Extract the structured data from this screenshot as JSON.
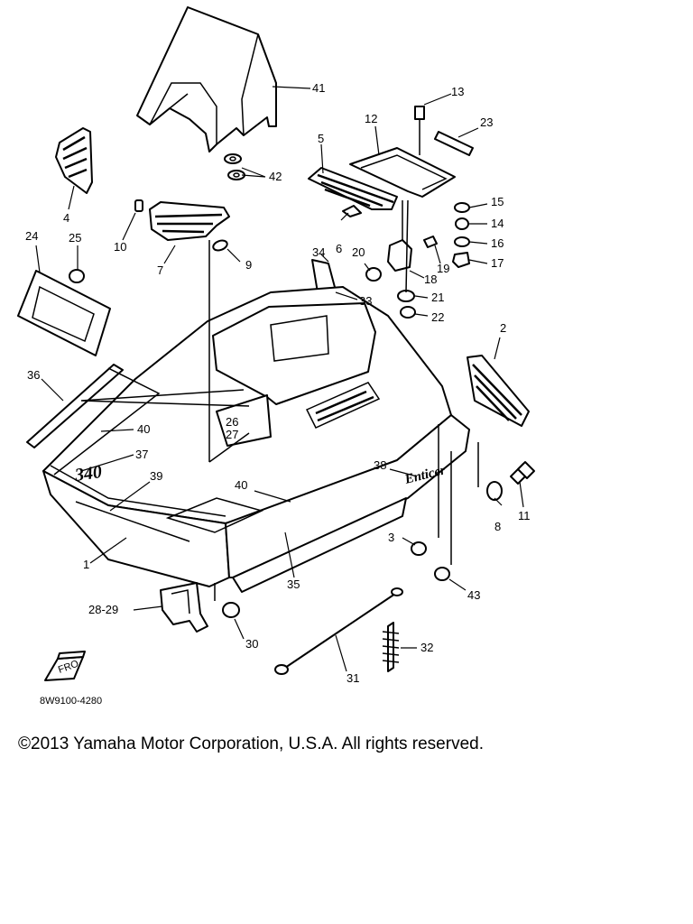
{
  "diagram": {
    "callouts": [
      "1",
      "2",
      "3",
      "4",
      "5",
      "6",
      "7",
      "8",
      "9",
      "10",
      "11",
      "12",
      "13",
      "14",
      "15",
      "16",
      "17",
      "18",
      "19",
      "20",
      "21",
      "22",
      "23",
      "24",
      "25",
      "26",
      "27",
      "28-29",
      "30",
      "31",
      "32",
      "33",
      "34",
      "35",
      "36",
      "37",
      "38",
      "39",
      "40",
      "40",
      "41",
      "42",
      "43"
    ],
    "decal_340": "340",
    "decal_enticer": "Enticer",
    "small_plate_text": "FRO",
    "diagram_code": "8W9100-4280"
  },
  "copyright": "©2013 Yamaha Motor Corporation, U.S.A. All rights reserved."
}
